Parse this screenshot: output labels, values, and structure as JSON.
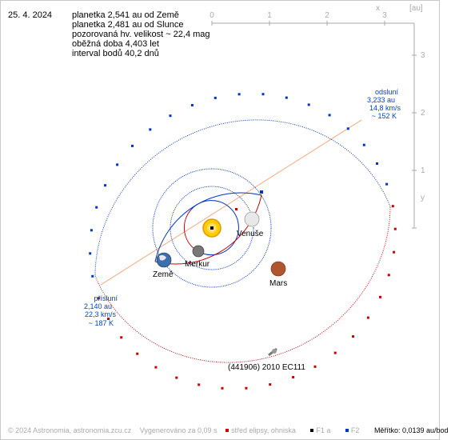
{
  "date": "25. 4. 2024",
  "info_lines": [
    "planetka 2,541 au od Země",
    "planetka 2,481 au od Slunce",
    "pozorovaná hv. velikost ~ 22,4 mag",
    "oběžná doba 4,403 let",
    "interval bodů 40,2 dnů"
  ],
  "scale": {
    "unit": "[au]",
    "x_ticks": [
      "0",
      "1",
      "2",
      "3"
    ],
    "x_axis_letter": "x",
    "y_ticks": [
      "3",
      "2",
      "1"
    ],
    "y_axis_letter": "y"
  },
  "aphelion": {
    "title": "odsluní",
    "distance": "3,233 au",
    "speed": "14,8 km/s",
    "temperature": "~ 152 K"
  },
  "perihelion": {
    "title": "přísluní",
    "distance": "2,140 au",
    "speed": "22,3 km/s",
    "temperature": "~ 187 K"
  },
  "bodies": {
    "venus": "Venuše",
    "earth": "Země",
    "mercury": "Merkur",
    "mars": "Mars",
    "asteroid": "(441906) 2010 EC111"
  },
  "footer": {
    "copyright": "© 2024 Astronomia, astronomia.zcu.cz",
    "generated": "Vygenerováno za 0,09 s",
    "center_legend": "střed elipsy, ohniska",
    "f1_legend": "F1 a",
    "f2_legend": "F2",
    "scale_label": "Měřítko: 0,0139 au/bod"
  },
  "colors": {
    "orbit_above": "#0033cc",
    "orbit_below": "#cc0000",
    "apsis_line": "#ff9966",
    "label_blue": "#0044cc",
    "scale_gray": "#aaaaaa",
    "sun": "#ffcc00"
  }
}
